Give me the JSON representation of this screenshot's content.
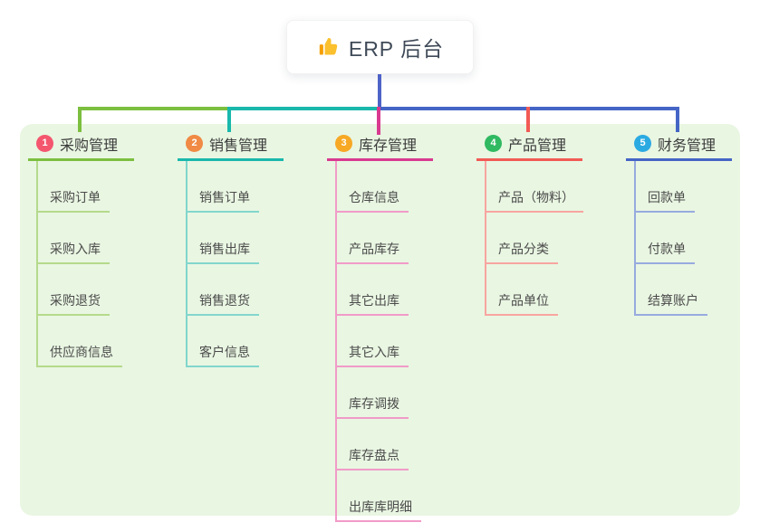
{
  "root": {
    "label": "ERP 后台",
    "icon": "thumbs-up-icon",
    "icon_colors": {
      "thumb": "#fbc02d",
      "cuff": "#f59f00"
    }
  },
  "colors": {
    "root_line": "#4e63c8",
    "panel_bg": "#e9f6e2",
    "card_bg": "#ffffff",
    "title_text": "#3b3b3b",
    "leaf_text": "#4b4b4b"
  },
  "branches": [
    {
      "index": "1",
      "title": "采购管理",
      "badge_color": "#f4566e",
      "line_color": "#7cbf3f",
      "sub_line_color": "#b5da8c",
      "items": [
        "采购订单",
        "采购入库",
        "采购退货",
        "供应商信息"
      ]
    },
    {
      "index": "2",
      "title": "销售管理",
      "badge_color": "#f08a44",
      "line_color": "#19b8ac",
      "sub_line_color": "#82d6cd",
      "items": [
        "销售订单",
        "销售出库",
        "销售退货",
        "客户信息"
      ]
    },
    {
      "index": "3",
      "title": "库存管理",
      "badge_color": "#f7a824",
      "line_color": "#d93a90",
      "sub_line_color": "#f19bc8",
      "items": [
        "仓库信息",
        "产品库存",
        "其它出库",
        "其它入库",
        "库存调拨",
        "库存盘点",
        "出库库明细"
      ]
    },
    {
      "index": "4",
      "title": "产品管理",
      "badge_color": "#2fb961",
      "line_color": "#f25a55",
      "sub_line_color": "#f8a5a0",
      "items": [
        "产品（物料）",
        "产品分类",
        "产品单位"
      ]
    },
    {
      "index": "5",
      "title": "财务管理",
      "badge_color": "#2baae2",
      "line_color": "#4565c6",
      "sub_line_color": "#97abdf",
      "items": [
        "回款单",
        "付款单",
        "结算账户"
      ]
    }
  ]
}
